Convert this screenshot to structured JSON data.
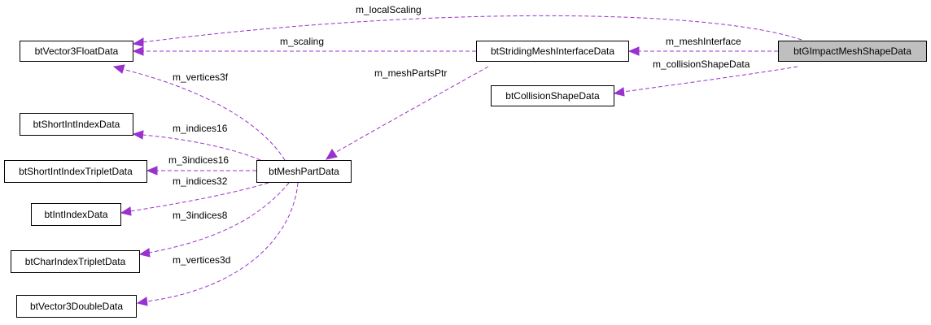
{
  "colors": {
    "edge": "#9a32cd",
    "node_border": "#000000",
    "node_fill": "#ffffff",
    "highlight_fill": "#bfbfbf"
  },
  "nodes": {
    "gimpact": "btGImpactMeshShapeData",
    "vector3float": "btVector3FloatData",
    "striding": "btStridingMeshInterfaceData",
    "collision": "btCollisionShapeData",
    "meshpart": "btMeshPartData",
    "shortint": "btShortIntIndexData",
    "shortinttriplet": "btShortIntIndexTripletData",
    "intindex": "btIntIndexData",
    "chartriplet": "btCharIndexTripletData",
    "vector3double": "btVector3DoubleData"
  },
  "edges": {
    "local_scaling": "m_localScaling",
    "scaling": "m_scaling",
    "mesh_interface": "m_meshInterface",
    "collision_shape_data": "m_collisionShapeData",
    "mesh_parts_ptr": "m_meshPartsPtr",
    "vertices3f": "m_vertices3f",
    "indices16": "m_indices16",
    "3indices16": "m_3indices16",
    "indices32": "m_indices32",
    "3indices8": "m_3indices8",
    "vertices3d": "m_vertices3d"
  }
}
